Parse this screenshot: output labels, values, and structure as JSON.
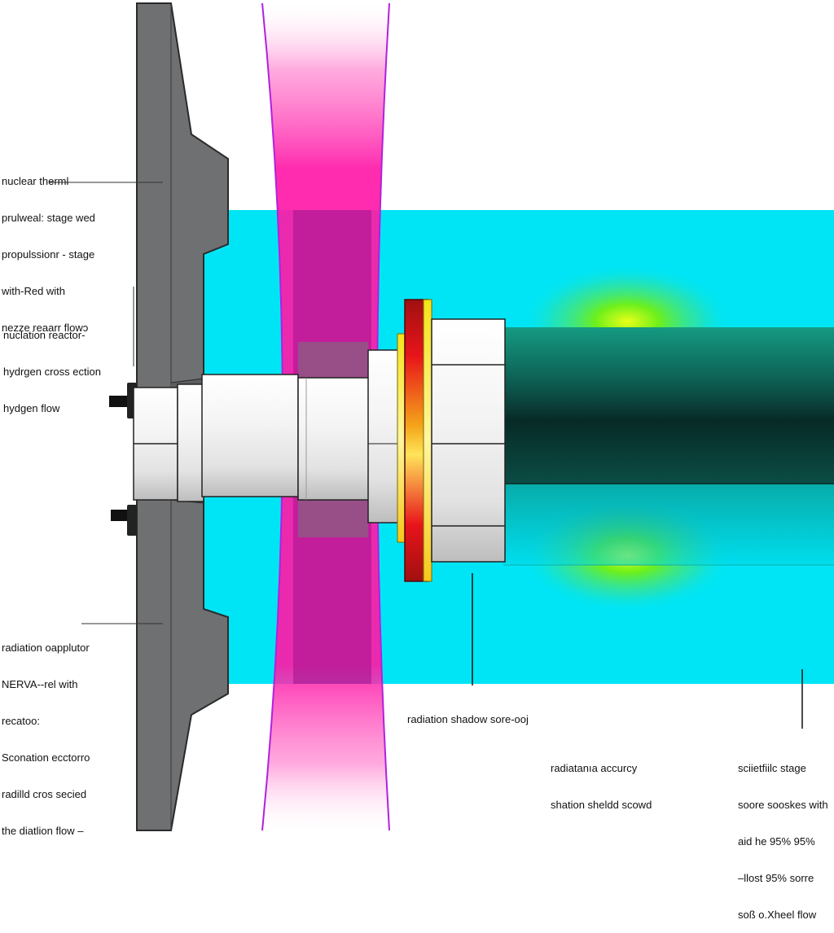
{
  "colors": {
    "wall": "#6e7072",
    "coolant": "#00e5f5",
    "nozzle_dark": "#0d3b32",
    "beam": "#ff1aa8",
    "beam_edge": "#b021e0",
    "hot_ring": "#e8141a",
    "warm_ring": "#f5e31a",
    "glow": "#6ef01a"
  },
  "labels": {
    "top_left": [
      "nuclear therml",
      "prulweal: stage wed",
      "propulssionr - stage",
      "with-Red with",
      "nezze reaarr flowɔ"
    ],
    "mid_left": [
      "nuclation reactor-",
      "hydrgen cross ection",
      "hydgen flow"
    ],
    "bottom_left": [
      "radiation oapplutor",
      "NERVA--rel with",
      "recatoo:",
      "Sconation ecctorro",
      "radilld cros secied",
      "the diatlion flow –"
    ],
    "shadow_label": "radiation shadow sore-ooj",
    "accuracy": [
      "radiatanıa accurcy",
      "shation sheldd scowd"
    ],
    "bottom_right": [
      "sciietfiilc stage",
      "soore sooskes with",
      "aid he 95% 95%",
      "–llost 95% sorre",
      "soß o.Xheel flow"
    ]
  }
}
